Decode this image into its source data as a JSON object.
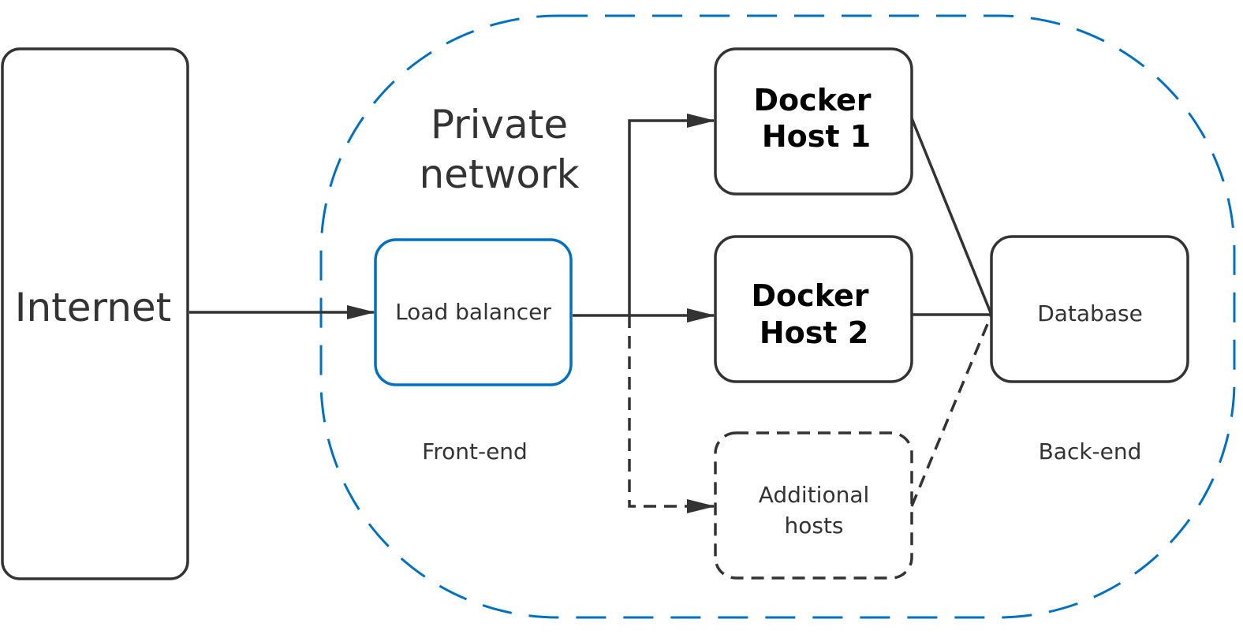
{
  "diagram": {
    "region": {
      "title_line1": "Private",
      "title_line2": "network",
      "frontend_label": "Front-end",
      "backend_label": "Back-end"
    },
    "nodes": {
      "internet": "Internet",
      "load_balancer": "Load balancer",
      "docker_host_1": {
        "line1": "Docker",
        "line2": "Host 1"
      },
      "docker_host_2": {
        "line1": "Docker",
        "line2": "Host 2"
      },
      "additional_hosts": {
        "line1": "Additional",
        "line2": "hosts"
      },
      "database": "Database"
    },
    "colors": {
      "region_border": "#0070c0",
      "node_border": "#333333",
      "load_balancer_border": "#0070c0",
      "arrow": "#333333"
    }
  }
}
